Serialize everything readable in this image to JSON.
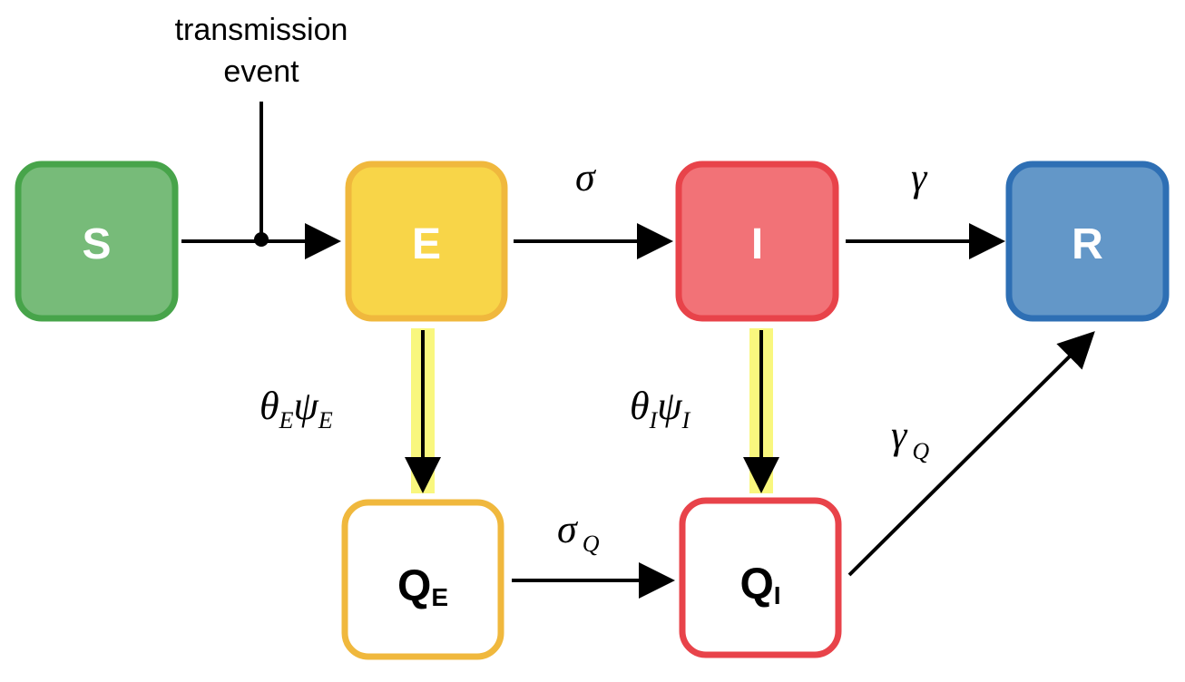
{
  "diagram": {
    "annotation": {
      "line1": "transmission",
      "line2": "event"
    },
    "nodes": {
      "S": {
        "label": "S",
        "fill": "#77bb79",
        "stroke": "#47a44a",
        "text_color": "#ffffff"
      },
      "E": {
        "label": "E",
        "fill": "#f8d548",
        "stroke": "#f0b83d",
        "text_color": "#ffffff"
      },
      "I": {
        "label": "I",
        "fill": "#f27277",
        "stroke": "#e8434a",
        "text_color": "#ffffff"
      },
      "R": {
        "label": "R",
        "fill": "#6397c8",
        "stroke": "#2e6fb4",
        "text_color": "#ffffff"
      },
      "QE": {
        "label": "Q",
        "sub": "E",
        "fill": "#ffffff",
        "stroke": "#f0b83d",
        "text_color": "#000000"
      },
      "QI": {
        "label": "Q",
        "sub": "I",
        "fill": "#ffffff",
        "stroke": "#e8434a",
        "text_color": "#000000"
      }
    },
    "rates": {
      "sigma": {
        "symbol": "σ"
      },
      "gamma": {
        "symbol": "γ"
      },
      "sigma_q": {
        "symbol": "σ",
        "sub": "Q"
      },
      "gamma_q": {
        "symbol": "γ",
        "sub": "Q"
      },
      "theta_e_psi_e": {
        "a": "θ",
        "a_sub": "E",
        "b": "ψ",
        "b_sub": "E"
      },
      "theta_i_psi_i": {
        "a": "θ",
        "a_sub": "I",
        "b": "ψ",
        "b_sub": "I"
      }
    },
    "colors": {
      "arrow": "#000000",
      "highlight": "#f9f77e"
    }
  }
}
